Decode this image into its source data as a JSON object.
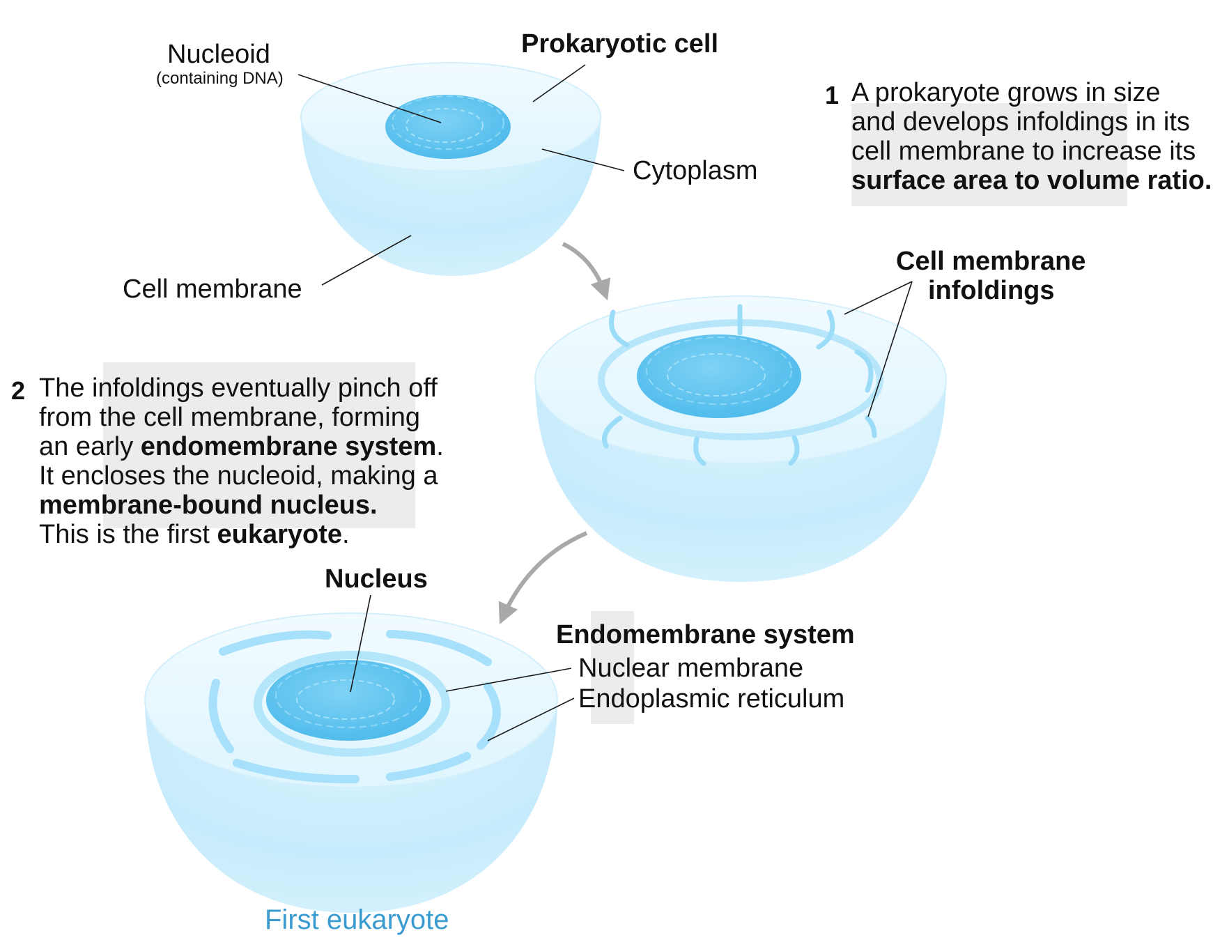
{
  "colors": {
    "cell_fill": "#cbeefd",
    "cell_rim": "#e6f7fe",
    "dna": "#5cc4f0",
    "arrow": "#a9a9a9",
    "caption": "#3a9bd0",
    "highlight": "#ececec"
  },
  "labels": {
    "prokaryotic_cell": "Prokaryotic cell",
    "nucleoid": "Nucleoid",
    "nucleoid_note": "(containing DNA)",
    "cytoplasm": "Cytoplasm",
    "cell_membrane": "Cell membrane",
    "infoldings_line1": "Cell membrane",
    "infoldings_line2": "infoldings",
    "nucleus": "Nucleus",
    "endomembrane_system": "Endomembrane system",
    "nuclear_membrane": "Nuclear membrane",
    "endoplasmic_reticulum": "Endoplasmic reticulum",
    "first_eukaryote": "First eukaryote"
  },
  "step1": {
    "number": "1",
    "line1": "A prokaryote grows in size",
    "line2": "and develops infoldings in its",
    "line3": "cell membrane to increase its",
    "line4": "surface area to volume ratio."
  },
  "step2": {
    "number": "2",
    "line1": "The infoldings eventually pinch off",
    "line2": "from the cell membrane, forming",
    "line3_pre": "an early ",
    "line3_bold": "endomembrane system",
    "line3_post": ".",
    "line4": "It encloses the nucleoid, making a",
    "line5": "membrane-bound nucleus.",
    "line6_pre": "This is the first ",
    "line6_bold": "eukaryote",
    "line6_post": "."
  }
}
